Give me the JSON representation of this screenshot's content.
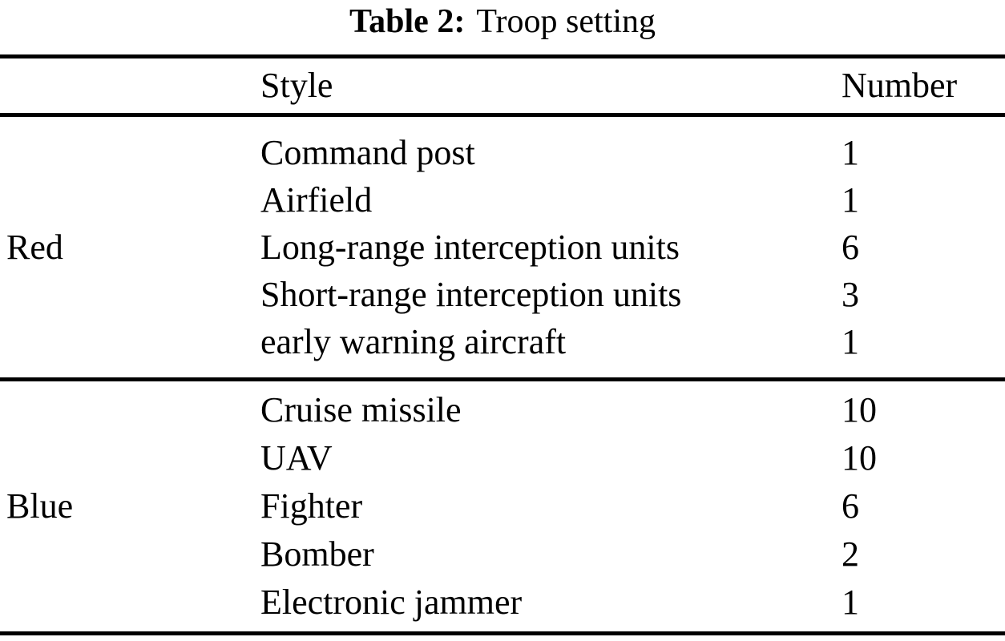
{
  "caption": {
    "label": "Table 2:",
    "text": "Troop setting"
  },
  "table": {
    "headers": {
      "group": "",
      "style": "Style",
      "number": "Number"
    },
    "groups": [
      {
        "name": "Red",
        "rows": [
          {
            "style": "Command post",
            "number": "1"
          },
          {
            "style": "Airfield",
            "number": "1"
          },
          {
            "style": "Long-range interception units",
            "number": "6"
          },
          {
            "style": "Short-range interception units",
            "number": "3"
          },
          {
            "style": "early warning aircraft",
            "number": "1"
          }
        ]
      },
      {
        "name": "Blue",
        "rows": [
          {
            "style": "Cruise missile",
            "number": "10"
          },
          {
            "style": "UAV",
            "number": "10"
          },
          {
            "style": "Fighter",
            "number": "6"
          },
          {
            "style": "Bomber",
            "number": "2"
          },
          {
            "style": "Electronic jammer",
            "number": "1"
          }
        ]
      }
    ]
  },
  "colors": {
    "background": "#ffffff",
    "text": "#000000",
    "rule": "#000000"
  }
}
